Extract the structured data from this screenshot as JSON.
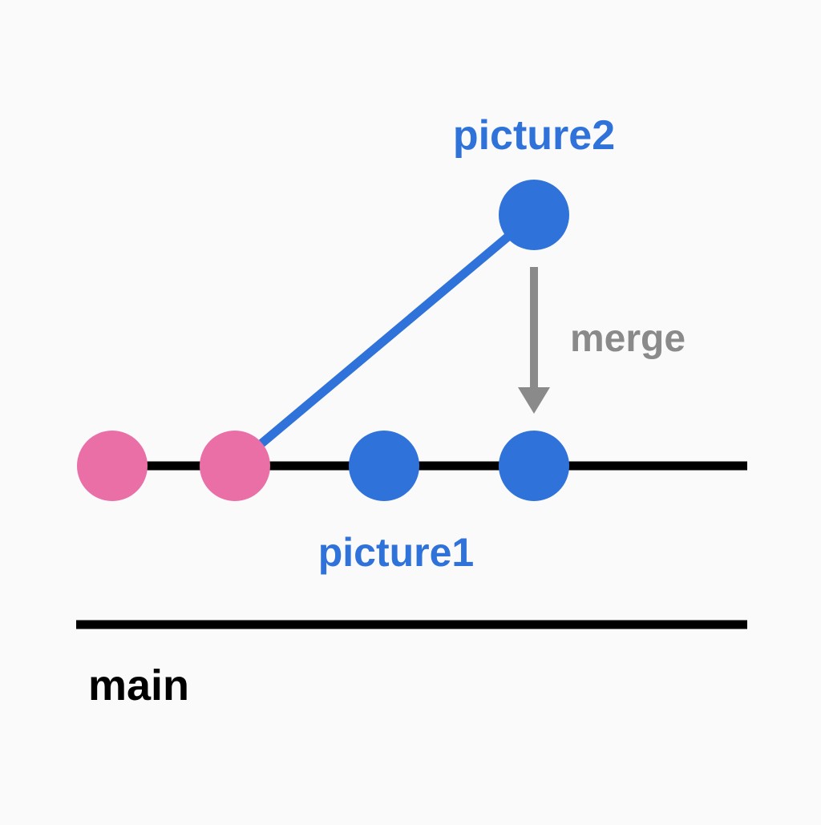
{
  "diagram": {
    "labels": {
      "branch_top": "picture2",
      "branch_middle": "picture1",
      "branch_bottom": "main",
      "merge": "merge"
    },
    "commits": [
      {
        "branch": "picture1",
        "color": "pink"
      },
      {
        "branch": "picture1",
        "color": "pink"
      },
      {
        "branch": "picture1",
        "color": "blue"
      },
      {
        "branch": "picture1",
        "color": "blue"
      },
      {
        "branch": "picture2",
        "color": "blue"
      }
    ],
    "colors": {
      "blue": "#2f72d9",
      "pink": "#ea6fa7",
      "line": "#000000",
      "arrow": "#8a8a8a",
      "background": "#fafafa"
    }
  }
}
